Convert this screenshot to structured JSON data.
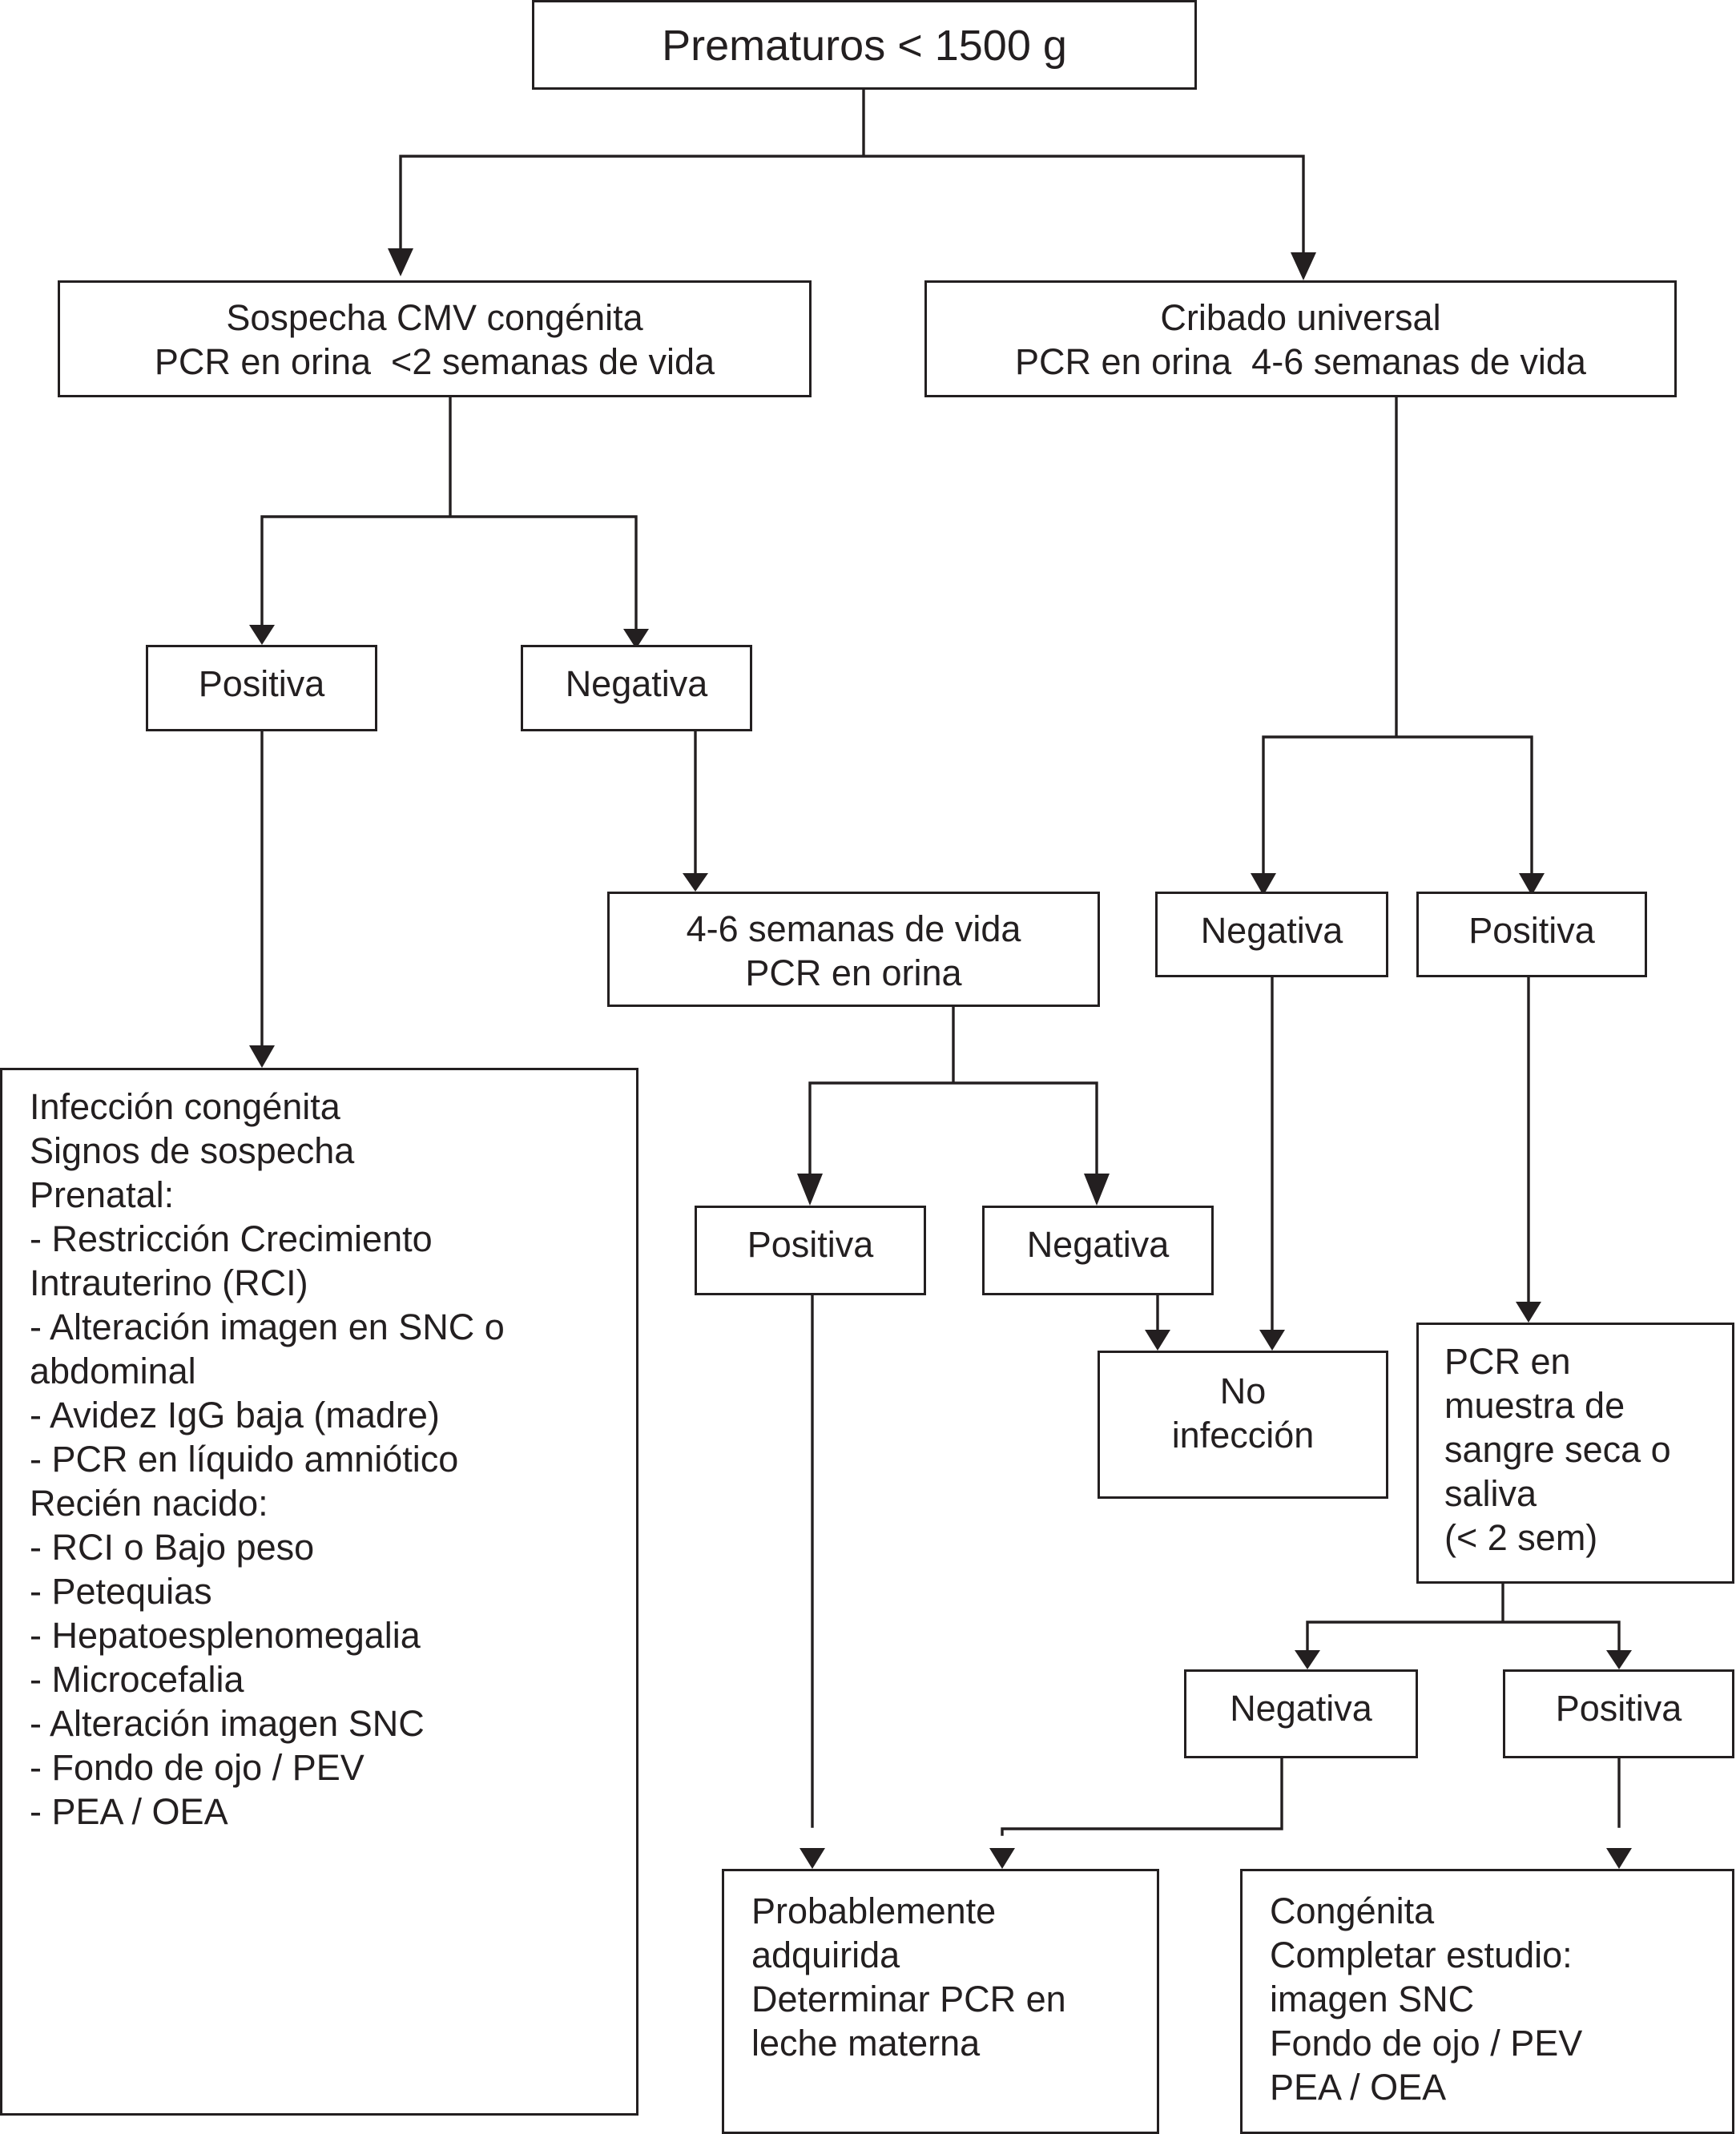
{
  "diagram": {
    "root": {
      "lines": [
        "Prematuros < 1500 g"
      ]
    },
    "sospecha": {
      "lines": [
        "Sospecha CMV congénita",
        "PCR en orina  <2 semanas de vida"
      ]
    },
    "cribado": {
      "lines": [
        "Cribado universal",
        "PCR en orina  4-6 semanas de vida"
      ]
    },
    "sospecha_positiva": {
      "lines": [
        "Positiva"
      ]
    },
    "sospecha_negativa": {
      "lines": [
        "Negativa"
      ]
    },
    "repeat_test": {
      "lines": [
        "4-6 semanas de vida",
        "PCR en orina"
      ]
    },
    "repeat_positiva": {
      "lines": [
        "Positiva"
      ]
    },
    "repeat_negativa": {
      "lines": [
        "Negativa"
      ]
    },
    "cribado_negativa": {
      "lines": [
        "Negativa"
      ]
    },
    "cribado_positiva": {
      "lines": [
        "Positiva"
      ]
    },
    "no_infeccion": {
      "lines": [
        "No",
        "infección"
      ]
    },
    "dried_blood": {
      "lines": [
        "PCR en",
        "muestra de",
        "sangre seca o",
        "saliva",
        "(< 2 sem)"
      ]
    },
    "dried_negativa": {
      "lines": [
        "Negativa"
      ]
    },
    "dried_positiva": {
      "lines": [
        "Positiva"
      ]
    },
    "infeccion_congenita": {
      "lines": [
        "Infección congénita",
        "",
        "Signos de sospecha",
        "",
        "Prenatal:",
        "",
        "- Restricción Crecimiento",
        "Intrauterino (RCI)",
        "- Alteración imagen en SNC o",
        "abdominal",
        "- Avidez IgG baja (madre)",
        "- PCR en líquido amniótico",
        "",
        "Recién nacido:",
        "",
        "- RCI o Bajo peso",
        "- Petequias",
        "- Hepatoesplenomegalia",
        "- Microcefalia",
        "- Alteración imagen SNC",
        "- Fondo de ojo / PEV",
        "- PEA / OEA"
      ]
    },
    "probablemente_adquirida": {
      "lines": [
        "Probablemente",
        "adquirida",
        "",
        "Determinar PCR en",
        "leche materna"
      ]
    },
    "congenita": {
      "lines": [
        "Congénita",
        "Completar estudio:",
        "imagen SNC",
        "Fondo de ojo / PEV",
        "PEA / OEA"
      ]
    }
  }
}
